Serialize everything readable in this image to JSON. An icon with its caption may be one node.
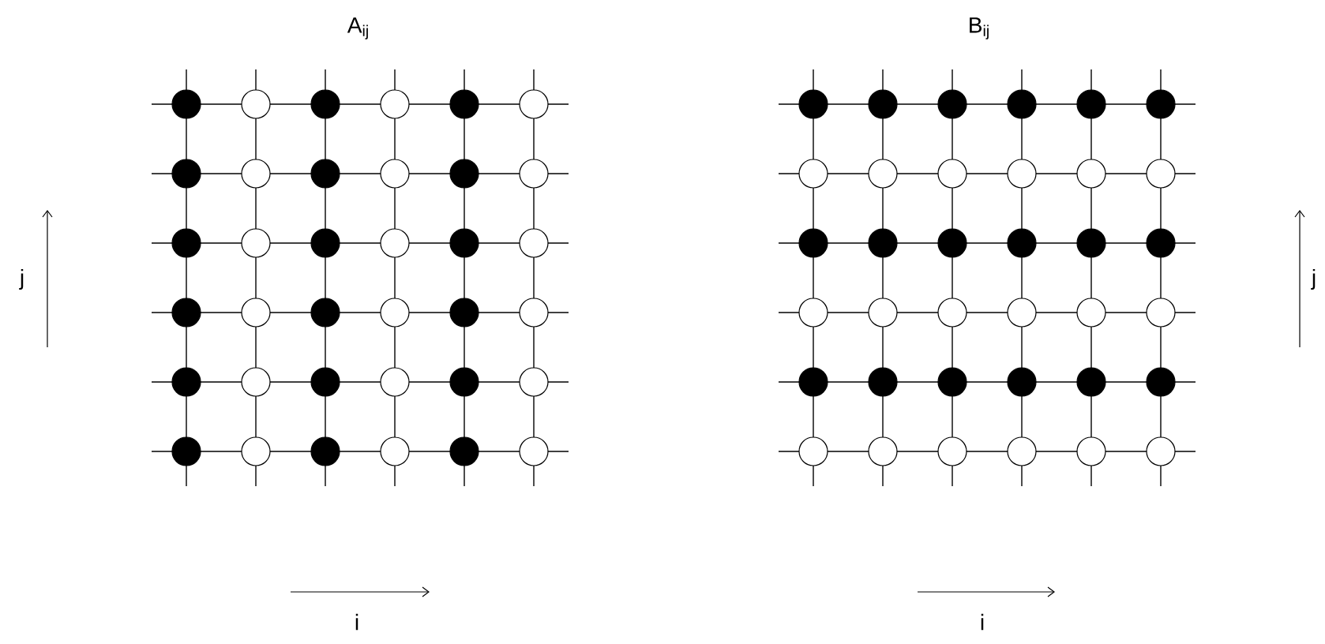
{
  "diagram": {
    "labels": [
      "A$_{ij}$",
      "B$_{ij}$",
      "j",
      "j",
      "i",
      "i"
    ]
  }
}
